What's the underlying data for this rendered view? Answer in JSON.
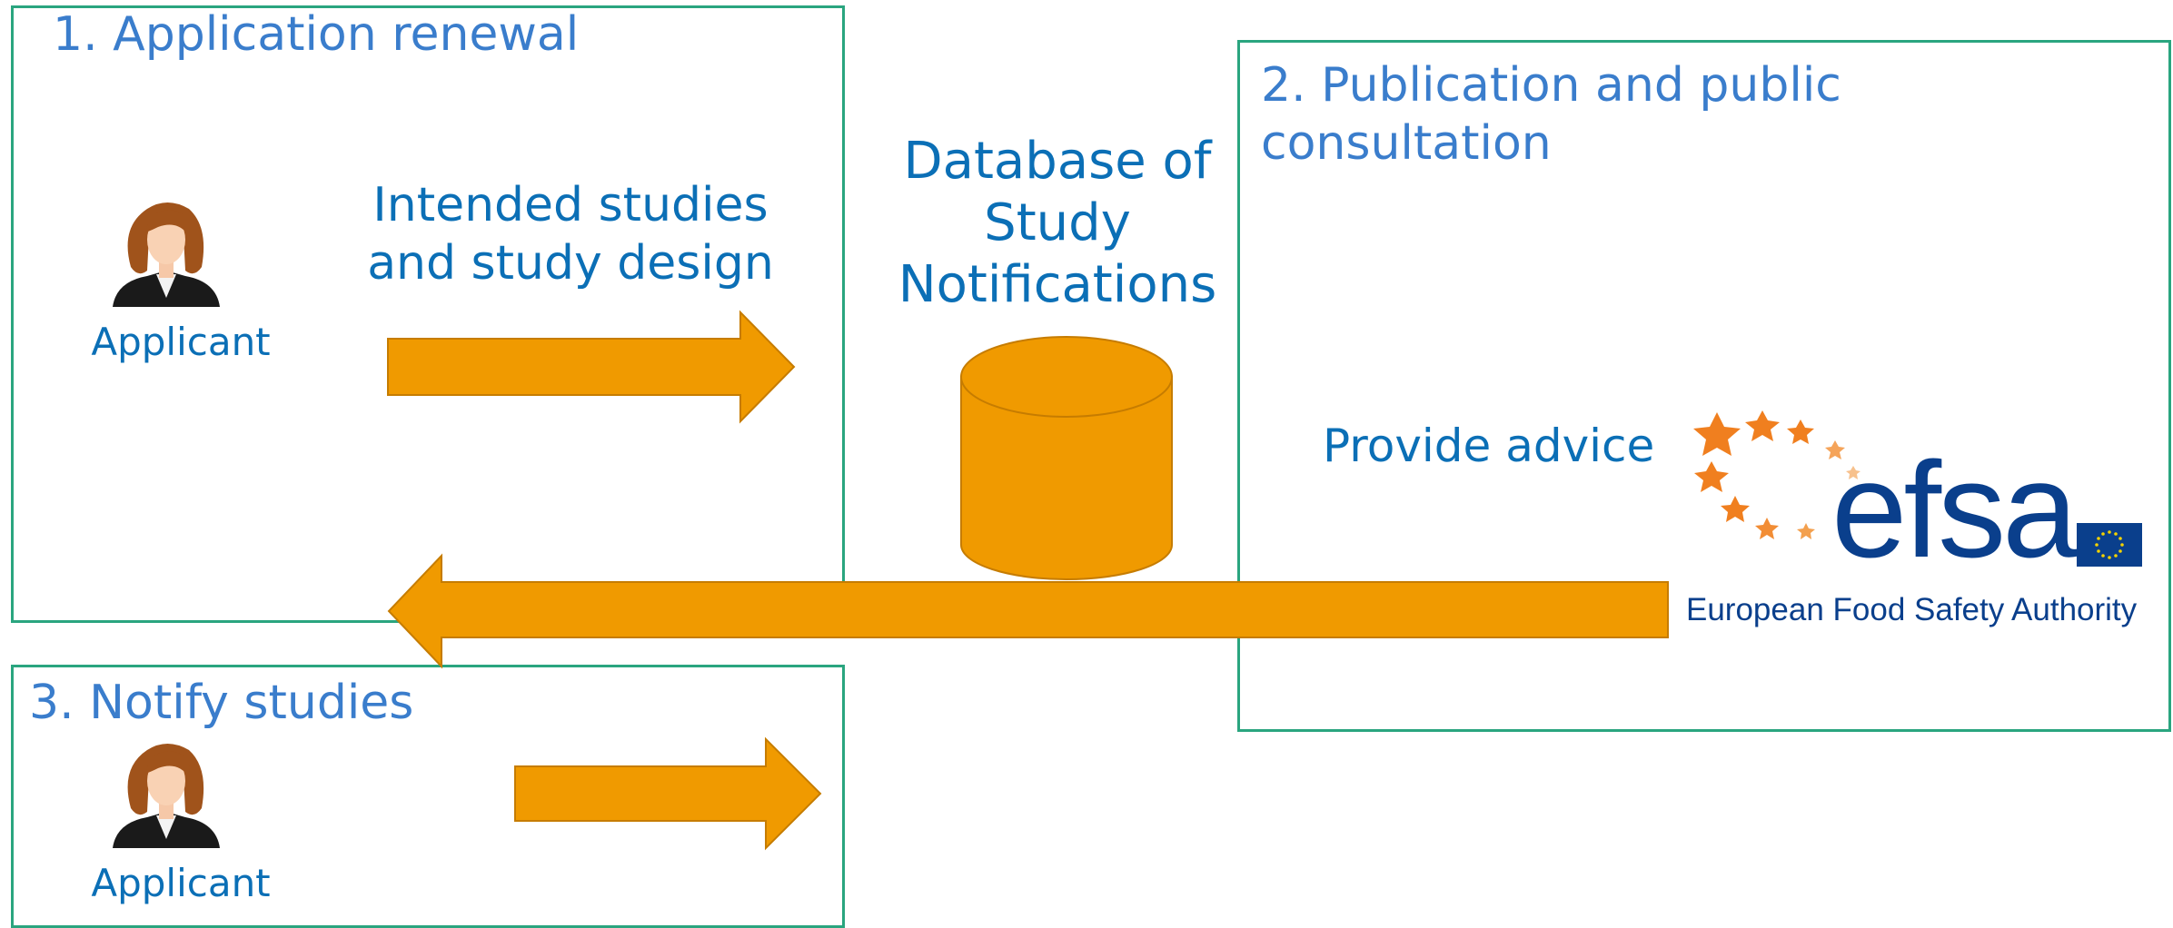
{
  "colors": {
    "box_border": "#2aa57f",
    "title_text": "#3a7dcc",
    "label_text": "#0b6fb6",
    "arrow_fill": "#f09a00",
    "arrow_stroke": "#c67c00",
    "efsa_blue": "#0a3f8c",
    "efsa_star": "#f07f1f",
    "eu_star": "#f4d200"
  },
  "boxes": {
    "application_renewal": {
      "title": "1. Application renewal"
    },
    "publication": {
      "title": "2. Publication and public consultation"
    },
    "notify": {
      "title": "3. Notify studies"
    }
  },
  "labels": {
    "applicant_top": "Applicant",
    "applicant_bottom": "Applicant",
    "intended_line1": "Intended studies",
    "intended_line2": "and study design",
    "database_line1": "Database of",
    "database_line2": "Study",
    "database_line3": "Notifications",
    "provide_advice": "Provide advice"
  },
  "logo": {
    "word": "efsa",
    "subtitle": "European Food Safety Authority"
  },
  "icons": {
    "applicant": "person-woman-icon",
    "database": "database-cylinder-icon",
    "arrows": "block-arrow-icon"
  }
}
